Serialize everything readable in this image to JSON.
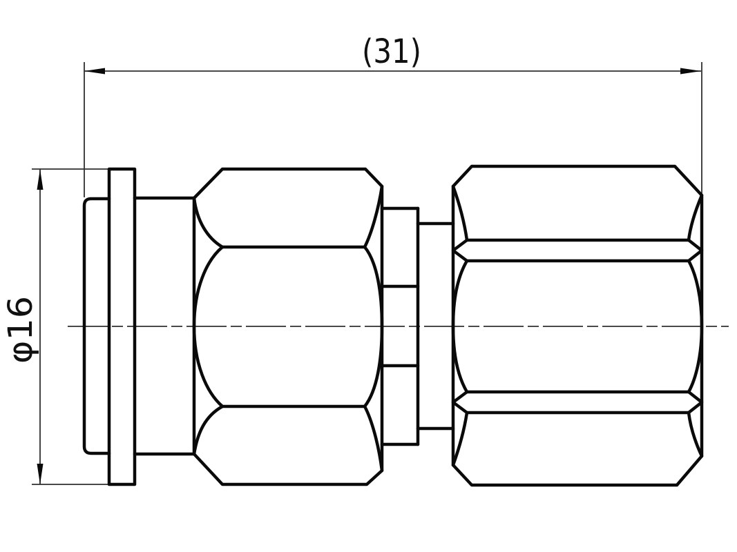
{
  "drawing": {
    "type": "technical-drawing-side-view",
    "part": "coaxial-adapter-with-two-hex-nuts",
    "width_dimension_label": "(31)",
    "diameter_dimension_label": "φ16",
    "colors": {
      "background": "#ffffff",
      "outline": "#0a0a0a",
      "annotation_line": "#2e2e2e",
      "label_text": "#111111"
    }
  }
}
